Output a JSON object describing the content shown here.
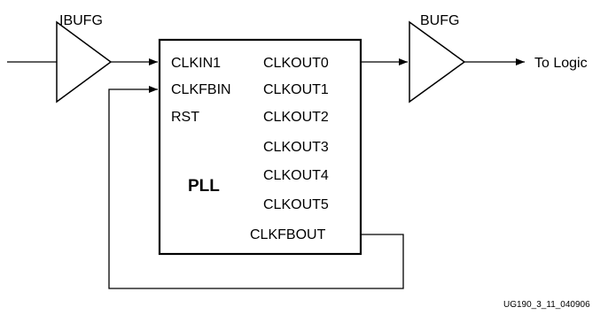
{
  "buffers": {
    "input": "IBUFG",
    "output": "BUFG"
  },
  "pll": {
    "name": "PLL",
    "inputs": [
      "CLKIN1",
      "CLKFBIN",
      "RST"
    ],
    "outputs": [
      "CLKOUT0",
      "CLKOUT1",
      "CLKOUT2",
      "CLKOUT3",
      "CLKOUT4",
      "CLKOUT5",
      "CLKFBOUT"
    ]
  },
  "destination": "To Logic",
  "figure_id": "UG190_3_11_040906"
}
